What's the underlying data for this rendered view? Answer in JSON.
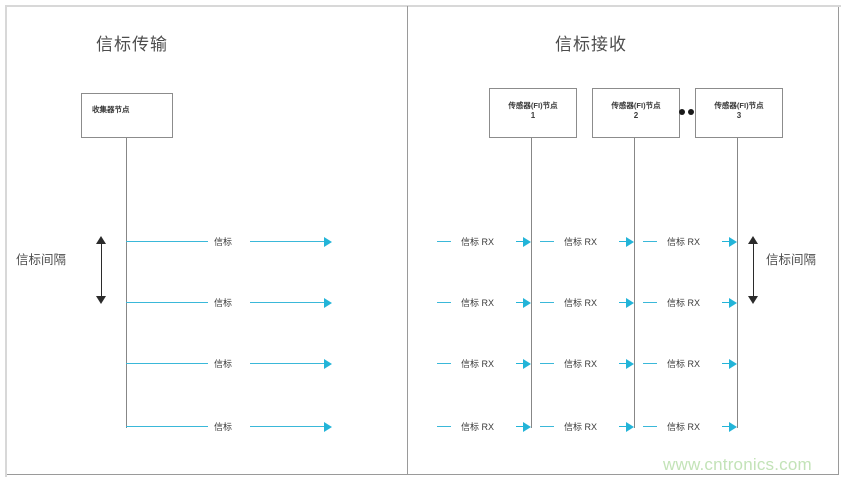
{
  "diagram": {
    "panels": {
      "left": {
        "title": "信标传输",
        "node": {
          "label": "收集器节点"
        },
        "interval_label": "信标间隔",
        "rows": [
          {
            "label": "信标"
          },
          {
            "label": "信标"
          },
          {
            "label": "信标"
          },
          {
            "label": "信标"
          }
        ]
      },
      "right": {
        "title": "信标接收",
        "interval_label": "信标间隔",
        "nodes": [
          {
            "label": "传感器(FI)节点",
            "index": "1"
          },
          {
            "label": "传感器(FI)节点",
            "index": "2"
          },
          {
            "label": "传感器(FI)节点",
            "index": "3"
          }
        ],
        "rows": [
          {
            "messages": [
              "信标 RX",
              "信标 RX",
              "信标 RX"
            ]
          },
          {
            "messages": [
              "信标 RX",
              "信标 RX",
              "信标 RX"
            ]
          },
          {
            "messages": [
              "信标 RX",
              "信标 RX",
              "信标 RX"
            ]
          },
          {
            "messages": [
              "信标 RX",
              "信标 RX",
              "信标 RX"
            ]
          }
        ]
      }
    },
    "watermark": "www.cntronics.com",
    "colors": {
      "beacon_line": "#3ab8d9",
      "arrow": "#23b4d8",
      "box_border": "#8c8c8c",
      "lifeline": "#878787",
      "title_text": "#4d4d4d",
      "watermark": "#c3e3b8"
    }
  }
}
